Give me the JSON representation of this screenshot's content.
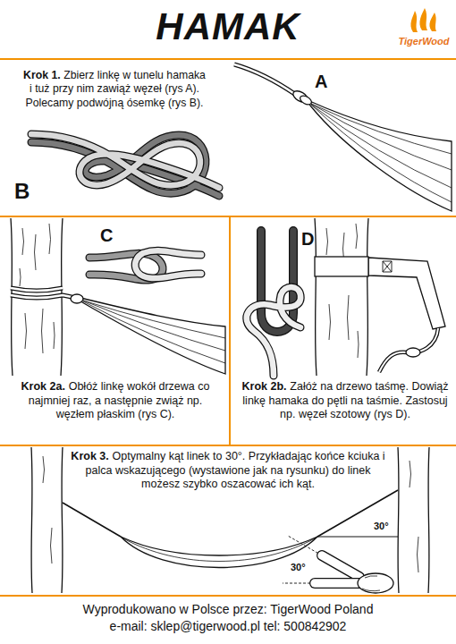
{
  "diagram": {
    "title": "HAMAK",
    "nodes": [
      {
        "text": [
          "Krok 1.",
          "Zbierz linkę w tunelu hamaka i tuż przy nim zawiąż węzeł (rys A). Polecamy podwójną ósemkę (rys B)."
        ]
      },
      {
        "text": [
          "Krok 2a.",
          "Obłóż linkę wokół drzewa co najmniej raz, a następnie zwiąż np. węzłem płaskim (rys C)."
        ]
      },
      {
        "text": [
          "Krok 2b.",
          "Załóż na drzewo taśmę. Dowiąż linkę hamaka do pętli na taśmie. Zastosuj np. węzeł szotowy (rys D)."
        ]
      },
      {
        "text": [
          "Krok 3.",
          "Optymalny kąt linek to 30°. Przykładając końce kciuka i palca wskazującego (wystawione jak na rysunku) do linek możesz szybko oszacować ich kąt."
        ]
      }
    ],
    "labels": [
      "TigerWood",
      "A",
      "B",
      "C",
      "D",
      "30°",
      "30°",
      "Wyprodukowano w Polsce przez: TigerWood Poland",
      "e-mail: sklep@tigerwood.pl tel: 500842902"
    ]
  }
}
